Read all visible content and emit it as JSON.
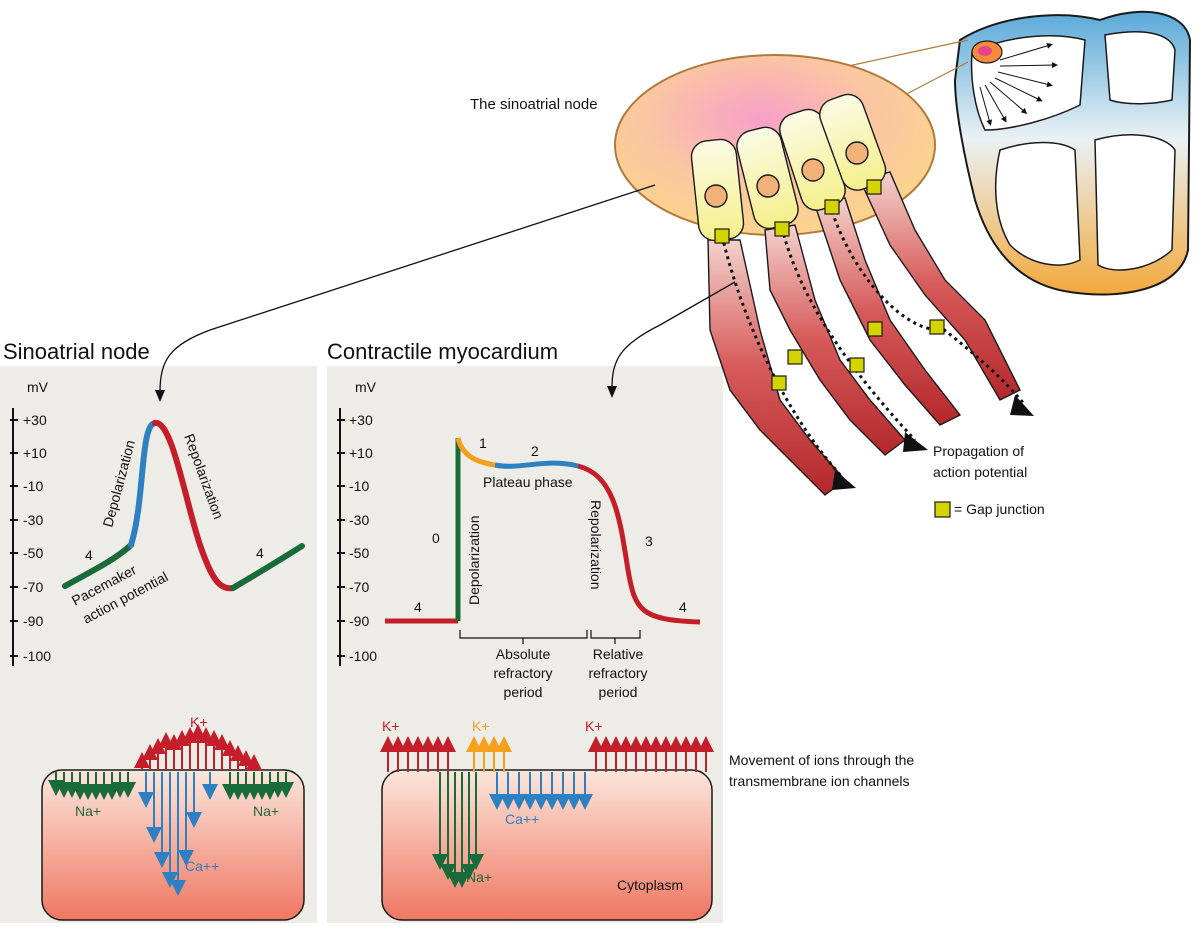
{
  "colors": {
    "panel_bg": "#edece6",
    "green": "#1a6b3a",
    "blue": "#2f80c1",
    "red": "#c41e2a",
    "orange": "#f5a01d",
    "gap_junction": "#d4d400",
    "node_fill": "#f9c885",
    "heart_blue": "#5aa9d8",
    "heart_orange": "#f2a83b"
  },
  "heart": {
    "node_label": "The sinoatrial node",
    "propagation_label_line1": "Propagation of",
    "propagation_label_line2": "action potential",
    "gap_junction_legend": "= Gap junction",
    "icons": [
      "heart-diagram-icon",
      "cardiomyocyte-icon",
      "gap-junction-icon"
    ]
  },
  "sa_node": {
    "title": "Sinoatrial node",
    "unit": "mV",
    "ticks": [
      "+30",
      "+10",
      "-10",
      "-30",
      "-50",
      "-70",
      "-90",
      "-100"
    ],
    "labels": {
      "depolarization": "Depolarization",
      "repolarization": "Repolarization",
      "phase_start": "4",
      "phase_end": "4",
      "pacemaker_line1": "Pacemaker",
      "pacemaker_line2": "action potential"
    },
    "ions": {
      "k": "K+",
      "na_left": "Na+",
      "na_right": "Na+",
      "ca": "Ca++"
    }
  },
  "myocardium": {
    "title": "Contractile myocardium",
    "unit": "mV",
    "ticks": [
      "+30",
      "+10",
      "-10",
      "-30",
      "-50",
      "-70",
      "-90",
      "-100"
    ],
    "labels": {
      "phase0": "0",
      "phase1": "1",
      "phase2": "2",
      "phase3": "3",
      "phase4_left": "4",
      "phase4_right": "4",
      "plateau": "Plateau phase",
      "depolarization": "Depolarization",
      "repolarization": "Repolarization",
      "absolute_line1": "Absolute",
      "absolute_line2": "refractory",
      "absolute_line3": "period",
      "relative_line1": "Relative",
      "relative_line2": "refractory",
      "relative_line3": "period"
    },
    "ions": {
      "k_left": "K+",
      "k_mid": "K+",
      "k_right": "K+",
      "na": "Na+",
      "ca": "Ca++",
      "cytoplasm": "Cytoplasm"
    }
  },
  "ion_caption_line1": "Movement of ions through the",
  "ion_caption_line2": "transmembrane ion channels"
}
